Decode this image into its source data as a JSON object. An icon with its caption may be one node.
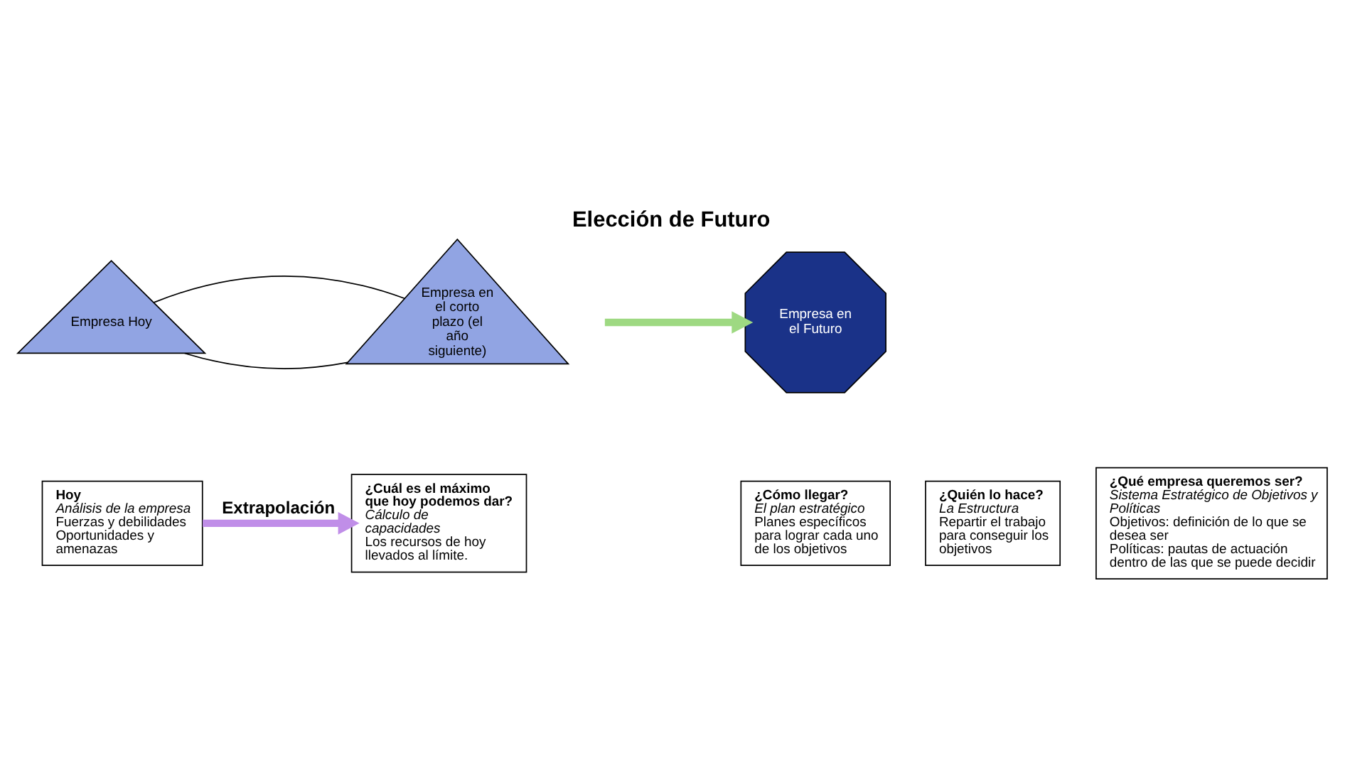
{
  "diagram": {
    "title": "Elección de Futuro",
    "nodes": [
      {
        "text": [
          "Empresa Hoy"
        ]
      },
      {
        "text": [
          "Empresa en el corto plazo (el año siguiente)"
        ]
      },
      {
        "text": [
          "Empresa en el Futuro"
        ]
      },
      {
        "text": [
          "Hoy",
          "Análisis de la empresa",
          "Fuerzas y debilidades",
          "Oportunidades y amenazas"
        ]
      },
      {
        "text": [
          "¿Cuál es el máximo que hoy podemos dar?",
          "Cálculo de capacidades",
          "Los recursos de hoy llevados al límite."
        ]
      },
      {
        "text": [
          "¿Cómo llegar?",
          "El plan estratégico",
          "Planes específicos para lograr cada uno de los objetivos"
        ]
      },
      {
        "text": [
          "¿Quién lo hace?",
          "La Estructura",
          "Repartir el trabajo para conseguir los objetivos"
        ]
      },
      {
        "text": [
          "¿Qué empresa queremos ser?",
          "Sistema Estratégico de Objetivos y Políticas",
          "Objetivos: definición de lo que se desea ser",
          "Políticas: pautas de actuación dentro de las que se puede decidir"
        ]
      }
    ],
    "edges": [
      {
        "from": 0,
        "to": 1,
        "arrow": "none"
      },
      {
        "from": 0,
        "to": 1,
        "arrow": "none"
      },
      {
        "from": null,
        "to": 2,
        "arrow": "to",
        "style": "thick",
        "color": "#9ed982"
      },
      {
        "from": 3,
        "to": 4,
        "arrow": "to",
        "label": "Extrapolación",
        "style": "thick",
        "color": "#c08ee8"
      }
    ]
  }
}
